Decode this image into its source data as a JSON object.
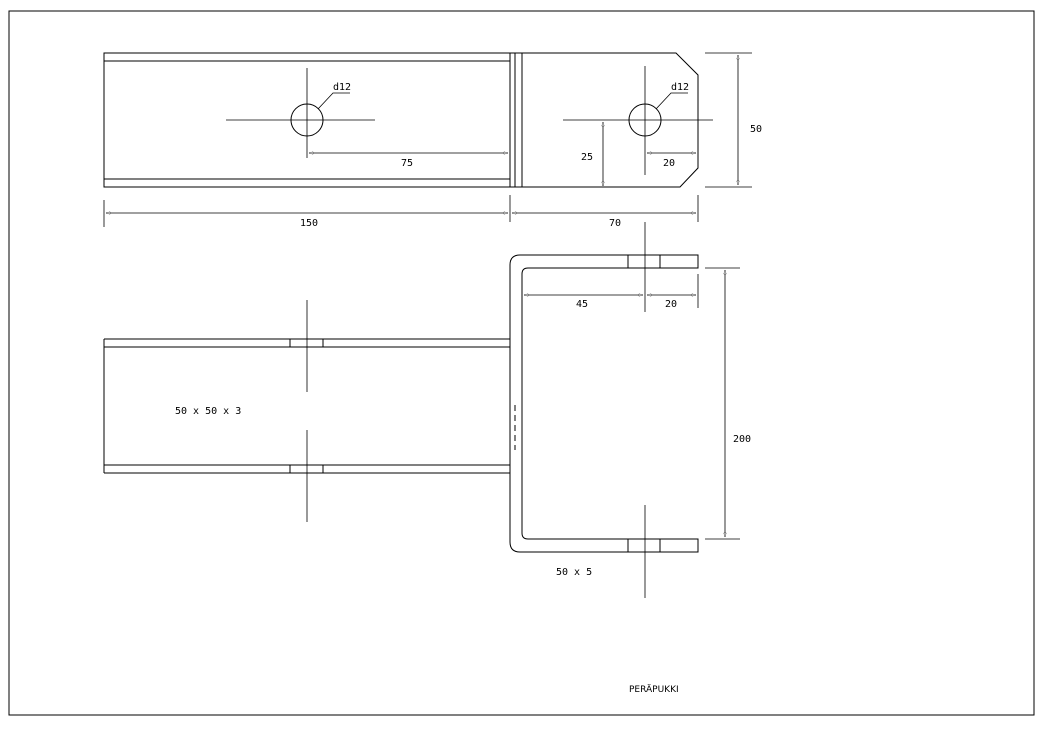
{
  "drawing": {
    "title_label": "PERÄPUKKI",
    "hole_label_1": "d12",
    "hole_label_2": "d12",
    "profile_tube": "50 x 50 x 3",
    "profile_plate": "50 x 5"
  },
  "dimensions": {
    "d_75": "75",
    "d_25": "25",
    "d_20_top": "20",
    "d_50": "50",
    "d_150": "150",
    "d_70": "70",
    "d_45": "45",
    "d_20_side": "20",
    "d_200": "200"
  },
  "colors": {
    "line": "#000000",
    "background": "#ffffff"
  }
}
